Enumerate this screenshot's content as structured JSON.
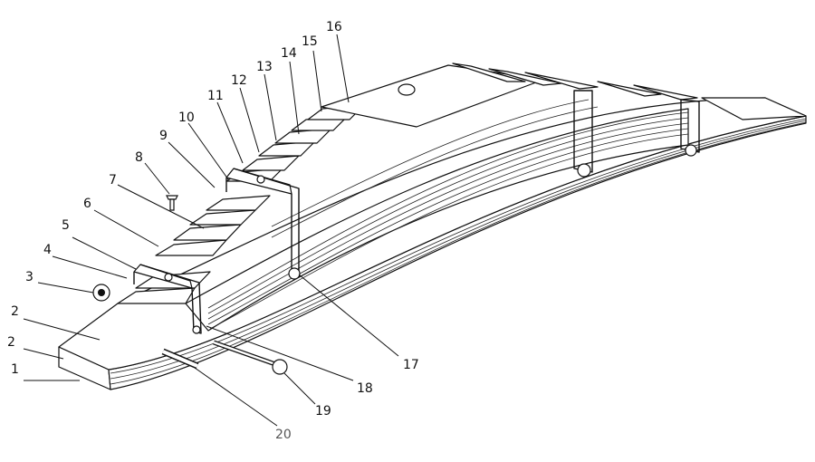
{
  "labels": [
    {
      "id": "1",
      "text": "1"
    },
    {
      "id": "2a",
      "text": "2"
    },
    {
      "id": "2b",
      "text": "2"
    },
    {
      "id": "3",
      "text": "3"
    },
    {
      "id": "4",
      "text": "4"
    },
    {
      "id": "5",
      "text": "5"
    },
    {
      "id": "6",
      "text": "6"
    },
    {
      "id": "7",
      "text": "7"
    },
    {
      "id": "8",
      "text": "8"
    },
    {
      "id": "9",
      "text": "9"
    },
    {
      "id": "10",
      "text": "10"
    },
    {
      "id": "11",
      "text": "11"
    },
    {
      "id": "12",
      "text": "12"
    },
    {
      "id": "13",
      "text": "13"
    },
    {
      "id": "14",
      "text": "14"
    },
    {
      "id": "15",
      "text": "15"
    },
    {
      "id": "16",
      "text": "16"
    },
    {
      "id": "17",
      "text": "17"
    },
    {
      "id": "18",
      "text": "18"
    },
    {
      "id": "19",
      "text": "19"
    },
    {
      "id": "20",
      "text": "20"
    }
  ],
  "colors": {
    "line": "#111111",
    "background": "#ffffff",
    "label_20": "#555555"
  }
}
